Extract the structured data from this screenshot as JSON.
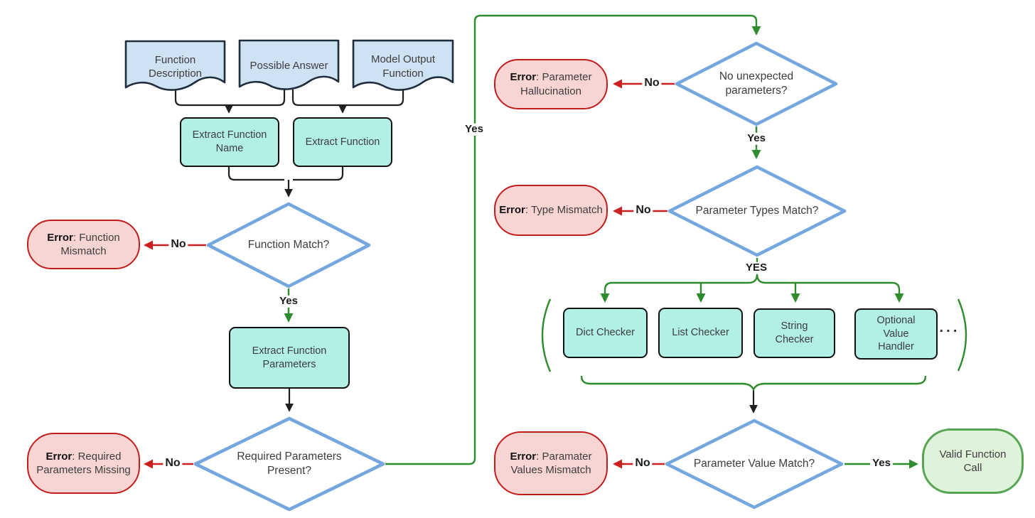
{
  "colors": {
    "canvas_bg": "#ffffff",
    "document_fill": "#cfe2f3",
    "document_border": "#1f2d3d",
    "process_fill": "#b2f0e6",
    "process_border": "#111111",
    "decision_fill": "#ffffff",
    "decision_border": "#74a7e0",
    "error_fill": "#f8d5d2",
    "error_border": "#c21d1d",
    "success_fill": "#def3d9",
    "success_border": "#56a552",
    "edge_black": "#1f1f1f",
    "edge_red": "#cc2020",
    "edge_green": "#2e8b2e",
    "text": "#3d3d3d",
    "label_text": "#1c1c1c"
  },
  "documents": [
    {
      "label": "Function\nDescription"
    },
    {
      "label": "Possible Answer"
    },
    {
      "label": "Model Output\nFunction"
    }
  ],
  "processes": [
    {
      "label": "Extract Function\nName"
    },
    {
      "label": "Extract Function"
    },
    {
      "label": "Extract Function\nParameters"
    }
  ],
  "decisions": [
    {
      "label": "Function Match?"
    },
    {
      "label": "Required Parameters\nPresent?"
    },
    {
      "label": "No unexpected\nparameters?"
    },
    {
      "label": "Parameter Types Match?"
    },
    {
      "label": "Parameter Value Match?"
    }
  ],
  "errors": [
    {
      "prefix": "Error",
      "text": ": Function Mismatch"
    },
    {
      "prefix": "Error",
      "text": ": Required Parameters Missing"
    },
    {
      "prefix": "Error",
      "text": ": Parameter Hallucination"
    },
    {
      "prefix": "Error",
      "text": ": Type Mismatch"
    },
    {
      "prefix": "Error",
      "text": ": Paramater Values Mismatch"
    }
  ],
  "success": {
    "label": "Valid Function\nCall"
  },
  "checkers": {
    "items": [
      {
        "label": "Dict Checker"
      },
      {
        "label": "List Checker"
      },
      {
        "label": "String\nChecker"
      },
      {
        "label": "Optional\nValue\nHandler"
      }
    ],
    "ellipsis": "···"
  },
  "edge_labels": {
    "yes": "Yes",
    "no": "No",
    "yes_upper": "YES"
  }
}
